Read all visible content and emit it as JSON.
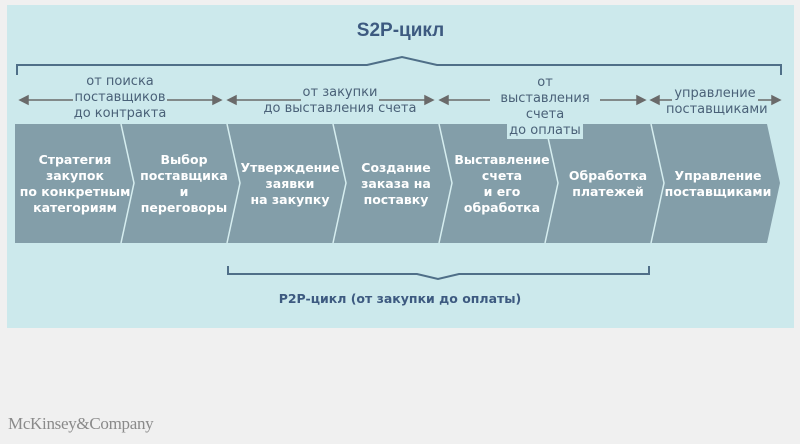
{
  "diagram": {
    "title": "S2P-цикл",
    "phases": [
      {
        "label": "от поиска\nпоставщиков\nдо контракта",
        "lines": [
          "от поиска",
          "поставщиков",
          "до контракта"
        ]
      },
      {
        "label": "от закупки\nдо выставления счета",
        "lines": [
          "от закупки",
          "до выставления счета"
        ]
      },
      {
        "label": "от выставления\nсчета\nдо оплаты",
        "lines": [
          "от выставления",
          "счета",
          "до оплаты"
        ]
      },
      {
        "label": "управление\nпоставщиками",
        "lines": [
          "управление",
          "поставщиками"
        ]
      }
    ],
    "steps": [
      {
        "label": "Стратегия\nзакупок\nпо конкретным\nкатегориям"
      },
      {
        "label": "Выбор\nпоставщика\nи\nпереговоры"
      },
      {
        "label": "Утверждение\nзаявки\nна закупку"
      },
      {
        "label": "Создание\nзаказа на\nпоставку"
      },
      {
        "label": "Выставление\nсчета\nи его\nобработка"
      },
      {
        "label": "Обработка\nплатежей"
      },
      {
        "label": "Управление\nпоставщиками"
      }
    ],
    "p2p_label": "P2P-цикл (от закупки до оплаты)"
  },
  "footer": {
    "logo_text": "McKinsey&Company"
  },
  "colors": {
    "panel_bg": "#cce9ec",
    "chevron_fill": "#839ea9",
    "chevron_divider": "#d6eef0",
    "title_text": "#3d5a80",
    "brace_line": "#4f6f88",
    "arrow": "#6a6a6a",
    "page_bg": "#f0f0f0"
  }
}
